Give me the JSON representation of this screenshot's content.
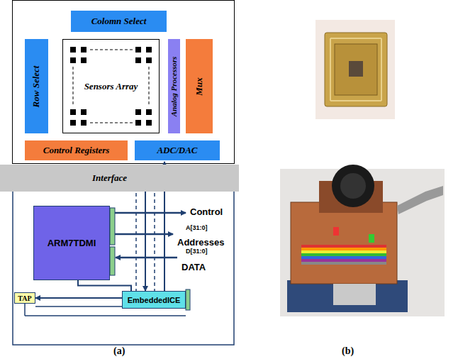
{
  "diagram": {
    "nodes": [
      {
        "text": [
          "Colomn Select"
        ]
      },
      {
        "text": [
          "Row Select"
        ]
      },
      {
        "text": [
          "Sensors Array"
        ]
      },
      {
        "text": [
          "Analog Processors"
        ]
      },
      {
        "text": [
          "Mux"
        ]
      },
      {
        "text": [
          "Control Registers"
        ]
      },
      {
        "text": [
          "ADC/DAC"
        ]
      },
      {
        "text": [
          "Interface"
        ]
      },
      {
        "text": [
          "ARM7TDMI"
        ]
      },
      {
        "text": [
          "EmbeddedICE"
        ]
      },
      {
        "text": [
          "TAP"
        ]
      }
    ],
    "edges": [
      {
        "from": 7,
        "to": 9,
        "arrow": "to"
      },
      {
        "from": 9,
        "to": 10,
        "arrow": "to"
      },
      {
        "from": 8,
        "to": 9,
        "arrow": "none"
      }
    ],
    "labels": [
      "Control",
      "A[31:0]",
      "Addresses",
      "D[31:0]",
      "DATA",
      "(a)",
      "(b)"
    ]
  }
}
